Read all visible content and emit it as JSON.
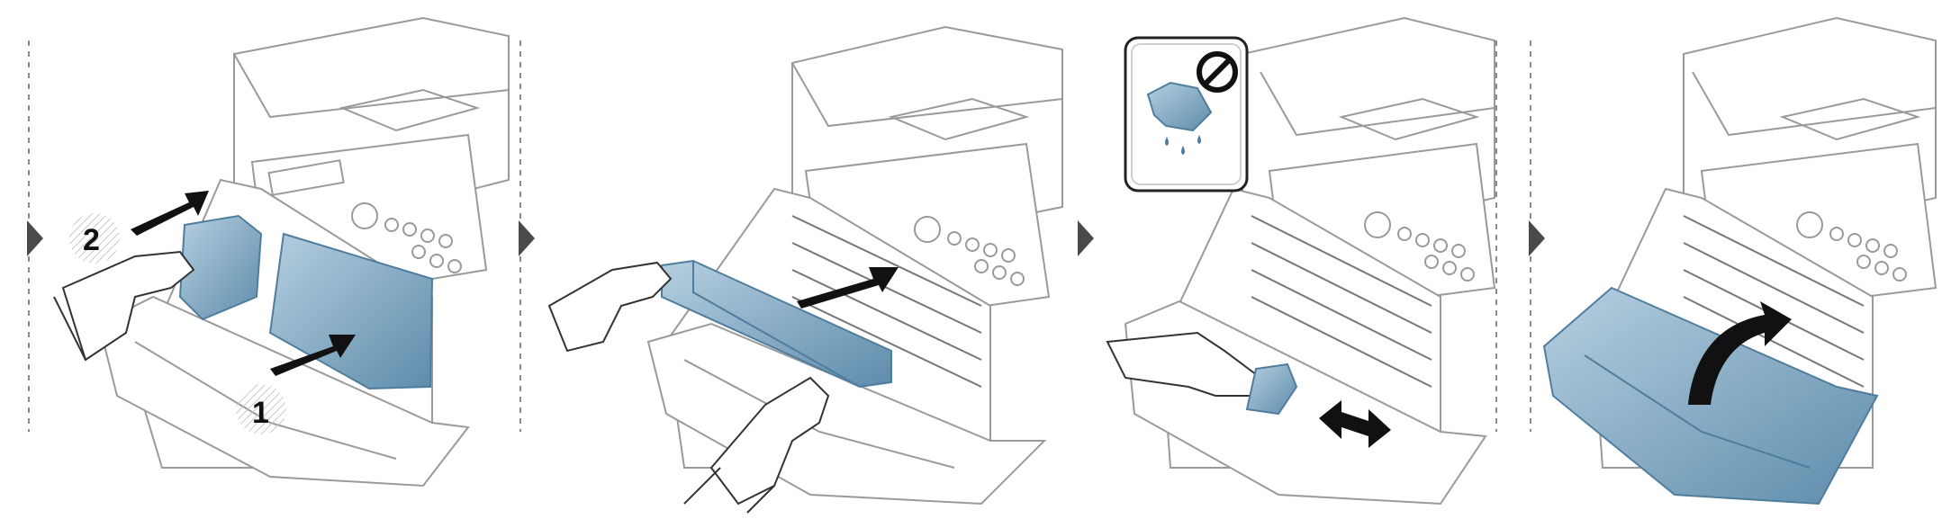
{
  "figure": {
    "panels": [
      {
        "name": "step-1-insert-waste-container-and-transfer-unit",
        "step_labels": [
          "1",
          "2"
        ]
      },
      {
        "name": "step-2-insert-toner-cartridge"
      },
      {
        "name": "step-3-wipe-with-dry-cloth"
      },
      {
        "name": "step-4-close-front-cover"
      }
    ],
    "callout": {
      "name": "no-wet-cloth",
      "icons": [
        "wet-cloth-icon",
        "prohibited-icon"
      ]
    },
    "colors": {
      "part_blue": "#8db0c8",
      "part_blue_dark": "#4f7d9e",
      "outline": "#9a9a9a",
      "arrow": "#111111",
      "divider": "#8a8a8a",
      "step_marker": "#4a4a4a"
    }
  }
}
